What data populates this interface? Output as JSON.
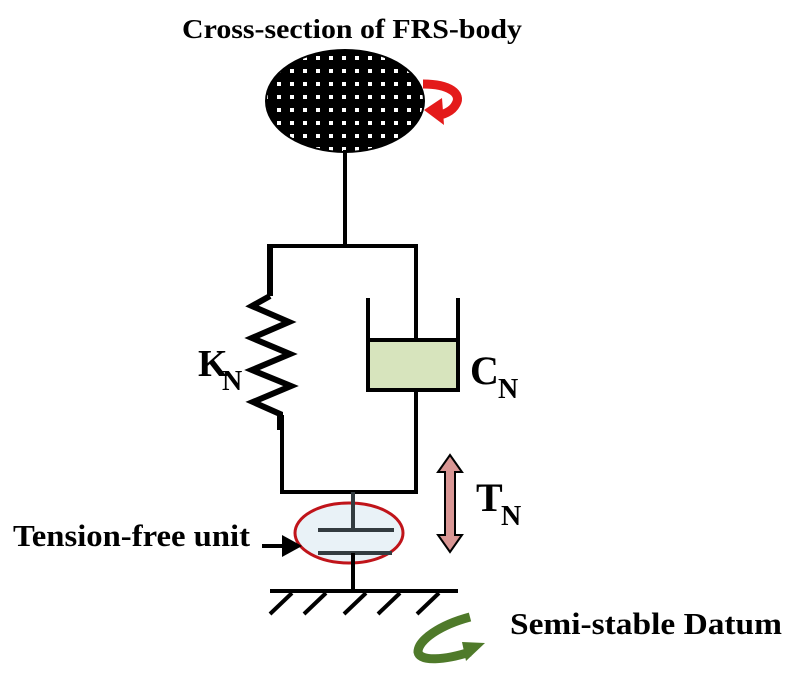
{
  "title": "Cross-section of FRS-body",
  "labels": {
    "spring_main": "K",
    "spring_sub": "N",
    "damper_main": "C",
    "damper_sub": "N",
    "tension_main": "T",
    "tension_sub": "N",
    "tension_free_unit": "Tension-free unit",
    "datum": "Semi-stable Datum"
  },
  "colors": {
    "rotation_arrow": "#e41a1a",
    "datum_arrow": "#4f7a2a",
    "damper_fill": "#d7e4bd",
    "tension_arrow": "#d99694",
    "unit_ellipse_stroke": "#c0141a",
    "unit_ellipse_fill": "#e9f2f7"
  }
}
